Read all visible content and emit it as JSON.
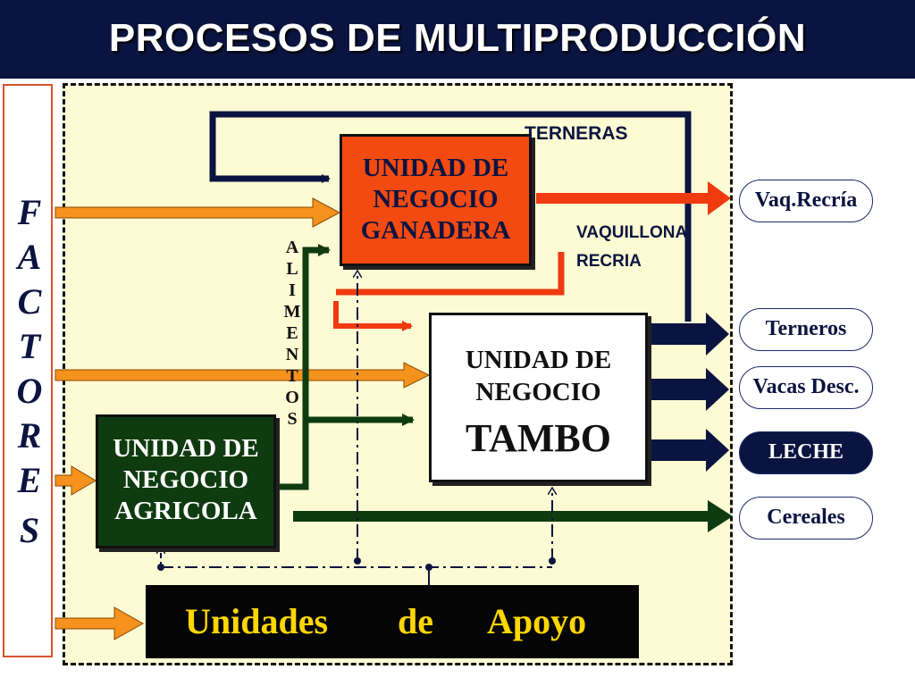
{
  "title": "PROCESOS DE MULTIPRODUCCIÓN",
  "factores_letters": [
    "F",
    "A",
    "C",
    "T",
    "O",
    "R",
    "E",
    "S"
  ],
  "alimentos_letters": [
    "A",
    "L",
    "I",
    "M",
    "E",
    "N",
    "T",
    "O",
    "S"
  ],
  "units": {
    "ganadera": [
      "UNIDAD DE",
      "NEGOCIO",
      "GANADERA"
    ],
    "tambo": [
      "UNIDAD DE",
      "NEGOCIO",
      "TAMBO"
    ],
    "agricola": [
      "UNIDAD DE",
      "NEGOCIO",
      "AGRICOLA"
    ],
    "apoyo": [
      "Unidades",
      "de",
      "Apoyo"
    ]
  },
  "flow_labels": {
    "terneras": "TERNERAS",
    "vaquillona": "VAQUILLONA",
    "recria": "RECRIA"
  },
  "outputs": {
    "vaq_recria": "Vaq.Recría",
    "terneros": "Terneros",
    "vacas_desc": "Vacas Desc.",
    "leche": "LECHE",
    "cereales": "Cereales"
  },
  "colors": {
    "title_bg": "#0b1440",
    "orange_arrow": "#f5921e",
    "red_flow": "#f03a10",
    "green_flow": "#0f3b10",
    "navy_flow": "#0b1440",
    "panel_bg": "#fdfbd3"
  }
}
